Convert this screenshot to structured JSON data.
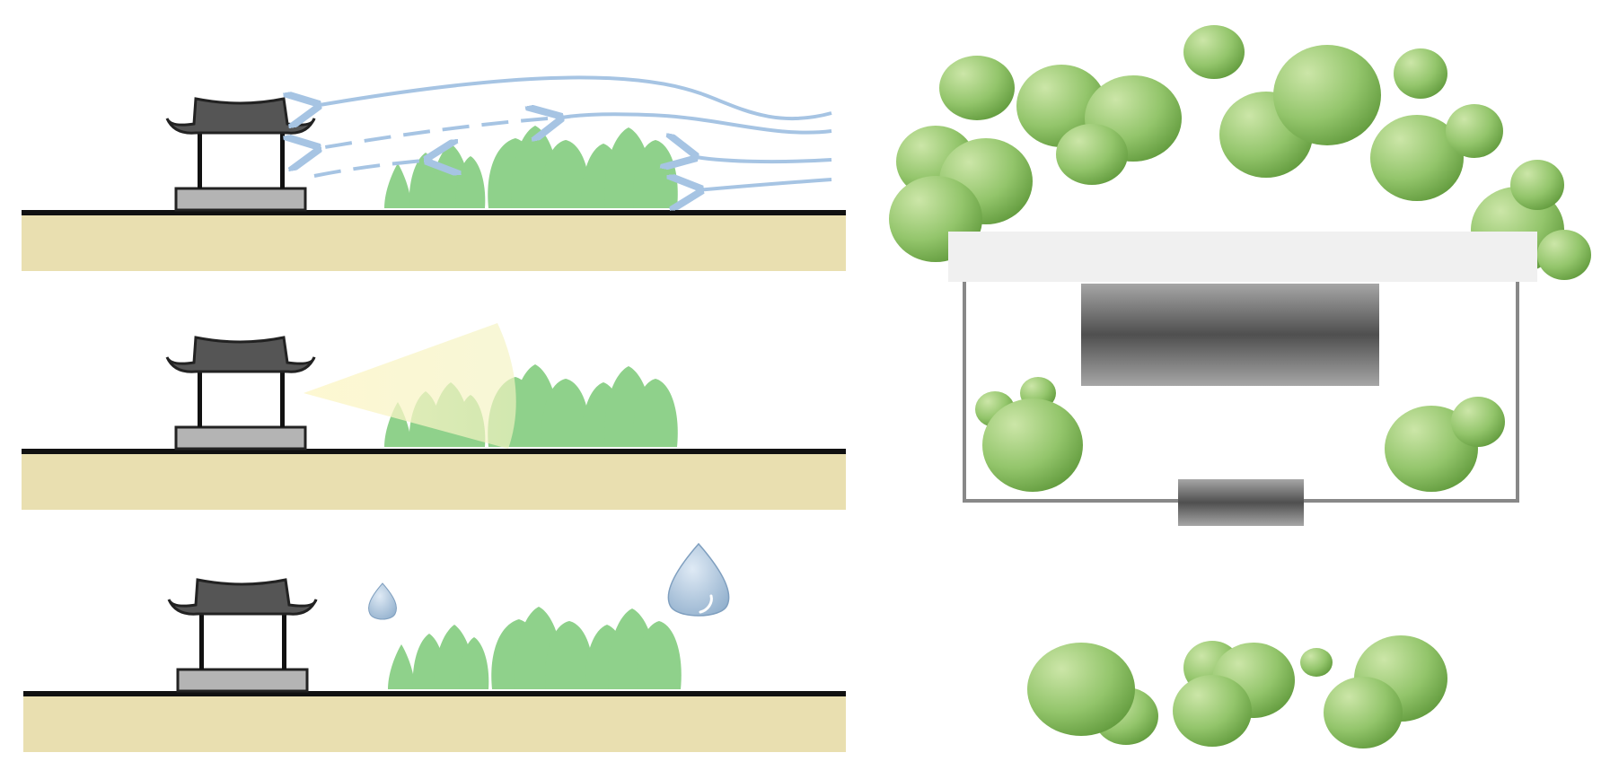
{
  "diagram": {
    "colors": {
      "ground": "#e9dfb0",
      "ground_line": "#111111",
      "roof": "#555555",
      "pavilion_base": "#b4b4b4",
      "tree": "#8fd18b",
      "wind": "#a6c4e3",
      "sun_beam": "#fbf7c4",
      "water_drop": "#a9c3db",
      "canopy_light": "#c7e3a4",
      "canopy_dark": "#5f9a3c",
      "building": "#555555",
      "courtyard_wall": "#888888",
      "path_band": "#f0f0f0"
    },
    "panels": [
      {
        "id": "wind",
        "icon": "wind-arrows-icon"
      },
      {
        "id": "sun",
        "icon": "sun-beam-icon"
      },
      {
        "id": "rain",
        "icon": "water-drop-icon"
      }
    ],
    "plan": {
      "icon": "courtyard-plan-icon"
    }
  }
}
